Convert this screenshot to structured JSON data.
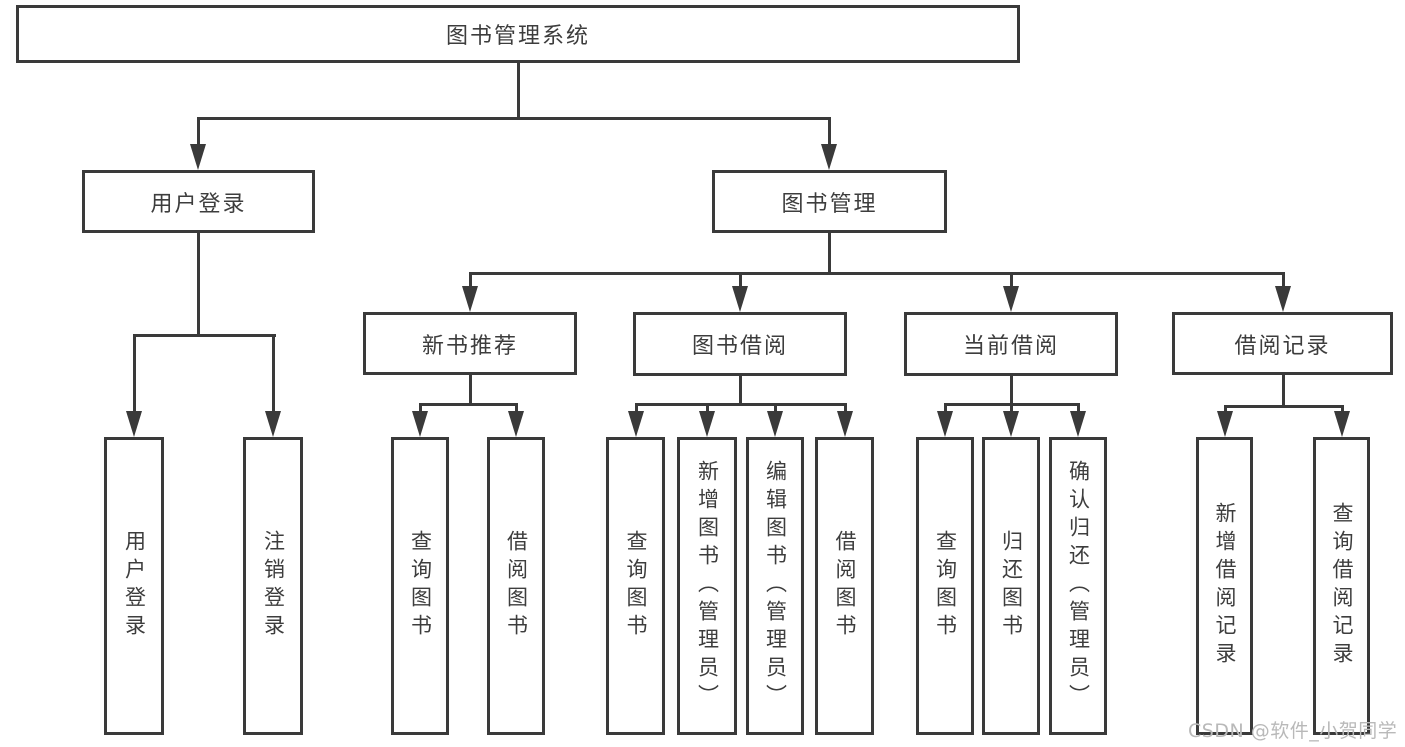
{
  "diagram": {
    "title": "图书管理系统",
    "branches": [
      {
        "label": "用户登录",
        "children": [
          {
            "label": "用户登录"
          },
          {
            "label": "注销登录"
          }
        ]
      },
      {
        "label": "图书管理",
        "children": [
          {
            "label": "新书推荐",
            "children": [
              {
                "label": "查询图书"
              },
              {
                "label": "借阅图书"
              }
            ]
          },
          {
            "label": "图书借阅",
            "children": [
              {
                "label": "查询图书"
              },
              {
                "label": "新增图书（管理员）"
              },
              {
                "label": "编辑图书（管理员）"
              },
              {
                "label": "借阅图书"
              }
            ]
          },
          {
            "label": "当前借阅",
            "children": [
              {
                "label": "查询图书"
              },
              {
                "label": "归还图书"
              },
              {
                "label": "确认归还（管理员）"
              }
            ]
          },
          {
            "label": "借阅记录",
            "children": [
              {
                "label": "新增借阅记录"
              },
              {
                "label": "查询借阅记录"
              }
            ]
          }
        ]
      }
    ]
  },
  "watermark": {
    "text": "CSDN @软件_小贺同学"
  },
  "colors": {
    "line": "#3a3a3a",
    "text": "#3d3d3d",
    "watermark": "#b9b9b9",
    "background": "#ffffff"
  }
}
